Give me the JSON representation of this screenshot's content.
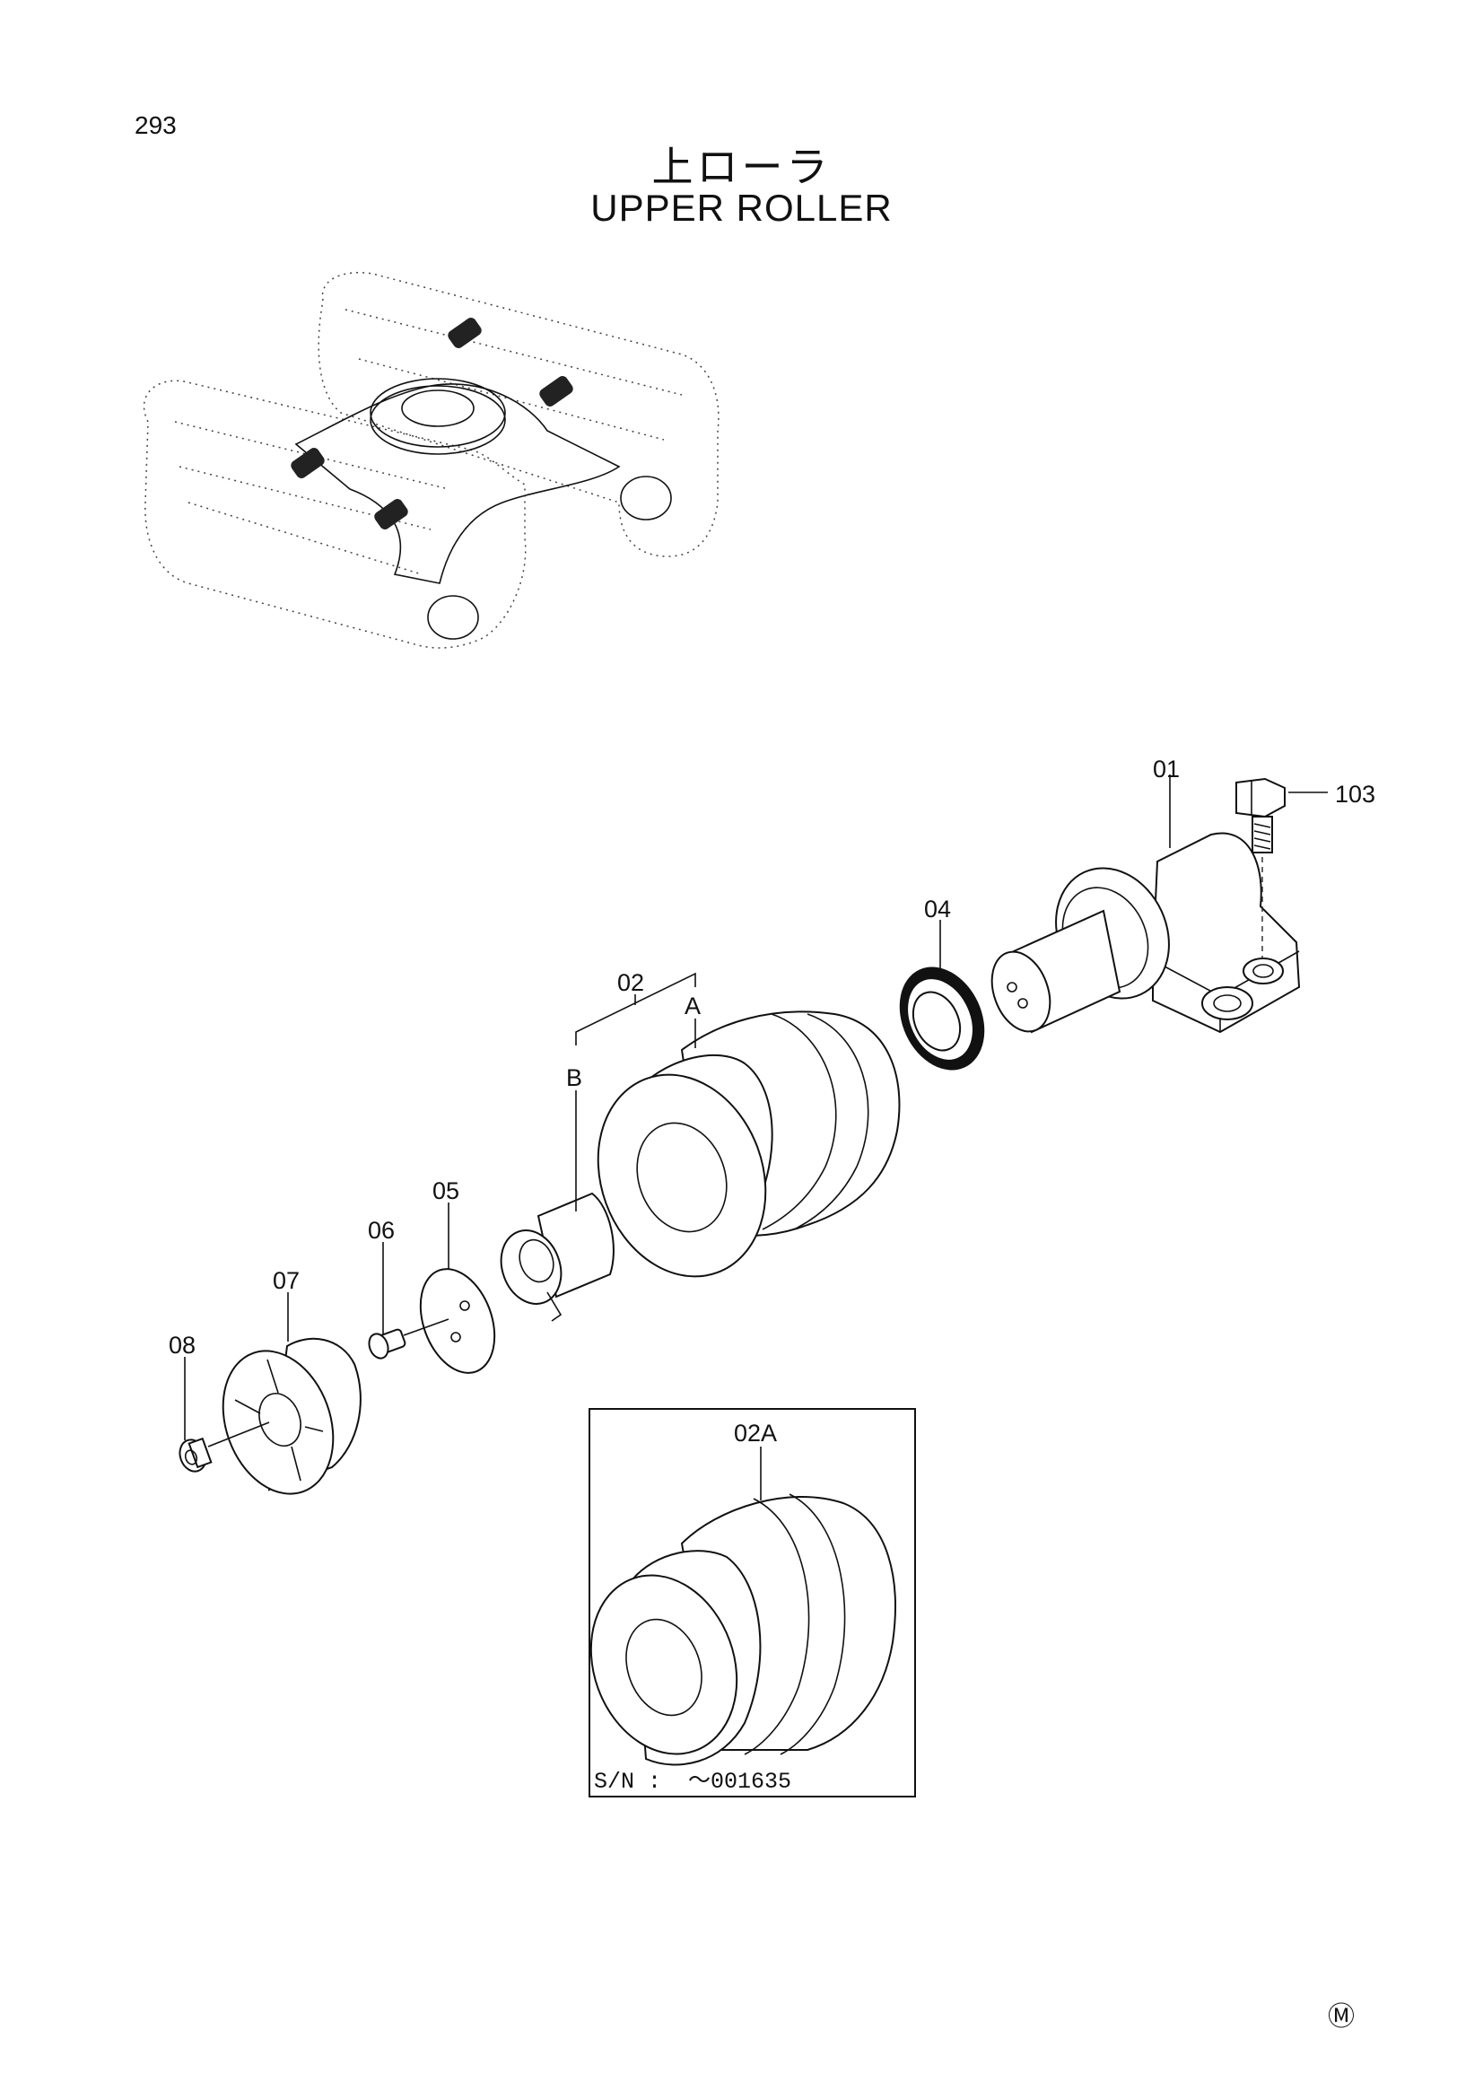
{
  "page": {
    "number": "293",
    "mark": "Ⓜ"
  },
  "title": {
    "jp": "上ローラ",
    "en": "UPPER ROLLER"
  },
  "parts": [
    {
      "id": "01",
      "icon": "roller-bracket-icon"
    },
    {
      "id": "103",
      "icon": "bolt-icon"
    },
    {
      "id": "04",
      "icon": "seal-ring-icon"
    },
    {
      "id": "02",
      "icon": "roller-assembly-icon"
    },
    {
      "id": "A",
      "icon": "roller-body-icon"
    },
    {
      "id": "B",
      "icon": "bushing-icon"
    },
    {
      "id": "05",
      "icon": "thrust-plate-icon"
    },
    {
      "id": "06",
      "icon": "screw-icon"
    },
    {
      "id": "07",
      "icon": "end-cover-icon"
    },
    {
      "id": "08",
      "icon": "plug-icon"
    }
  ],
  "inset": {
    "part_id": "02A",
    "serial_note": "S/N :  ～001635"
  }
}
